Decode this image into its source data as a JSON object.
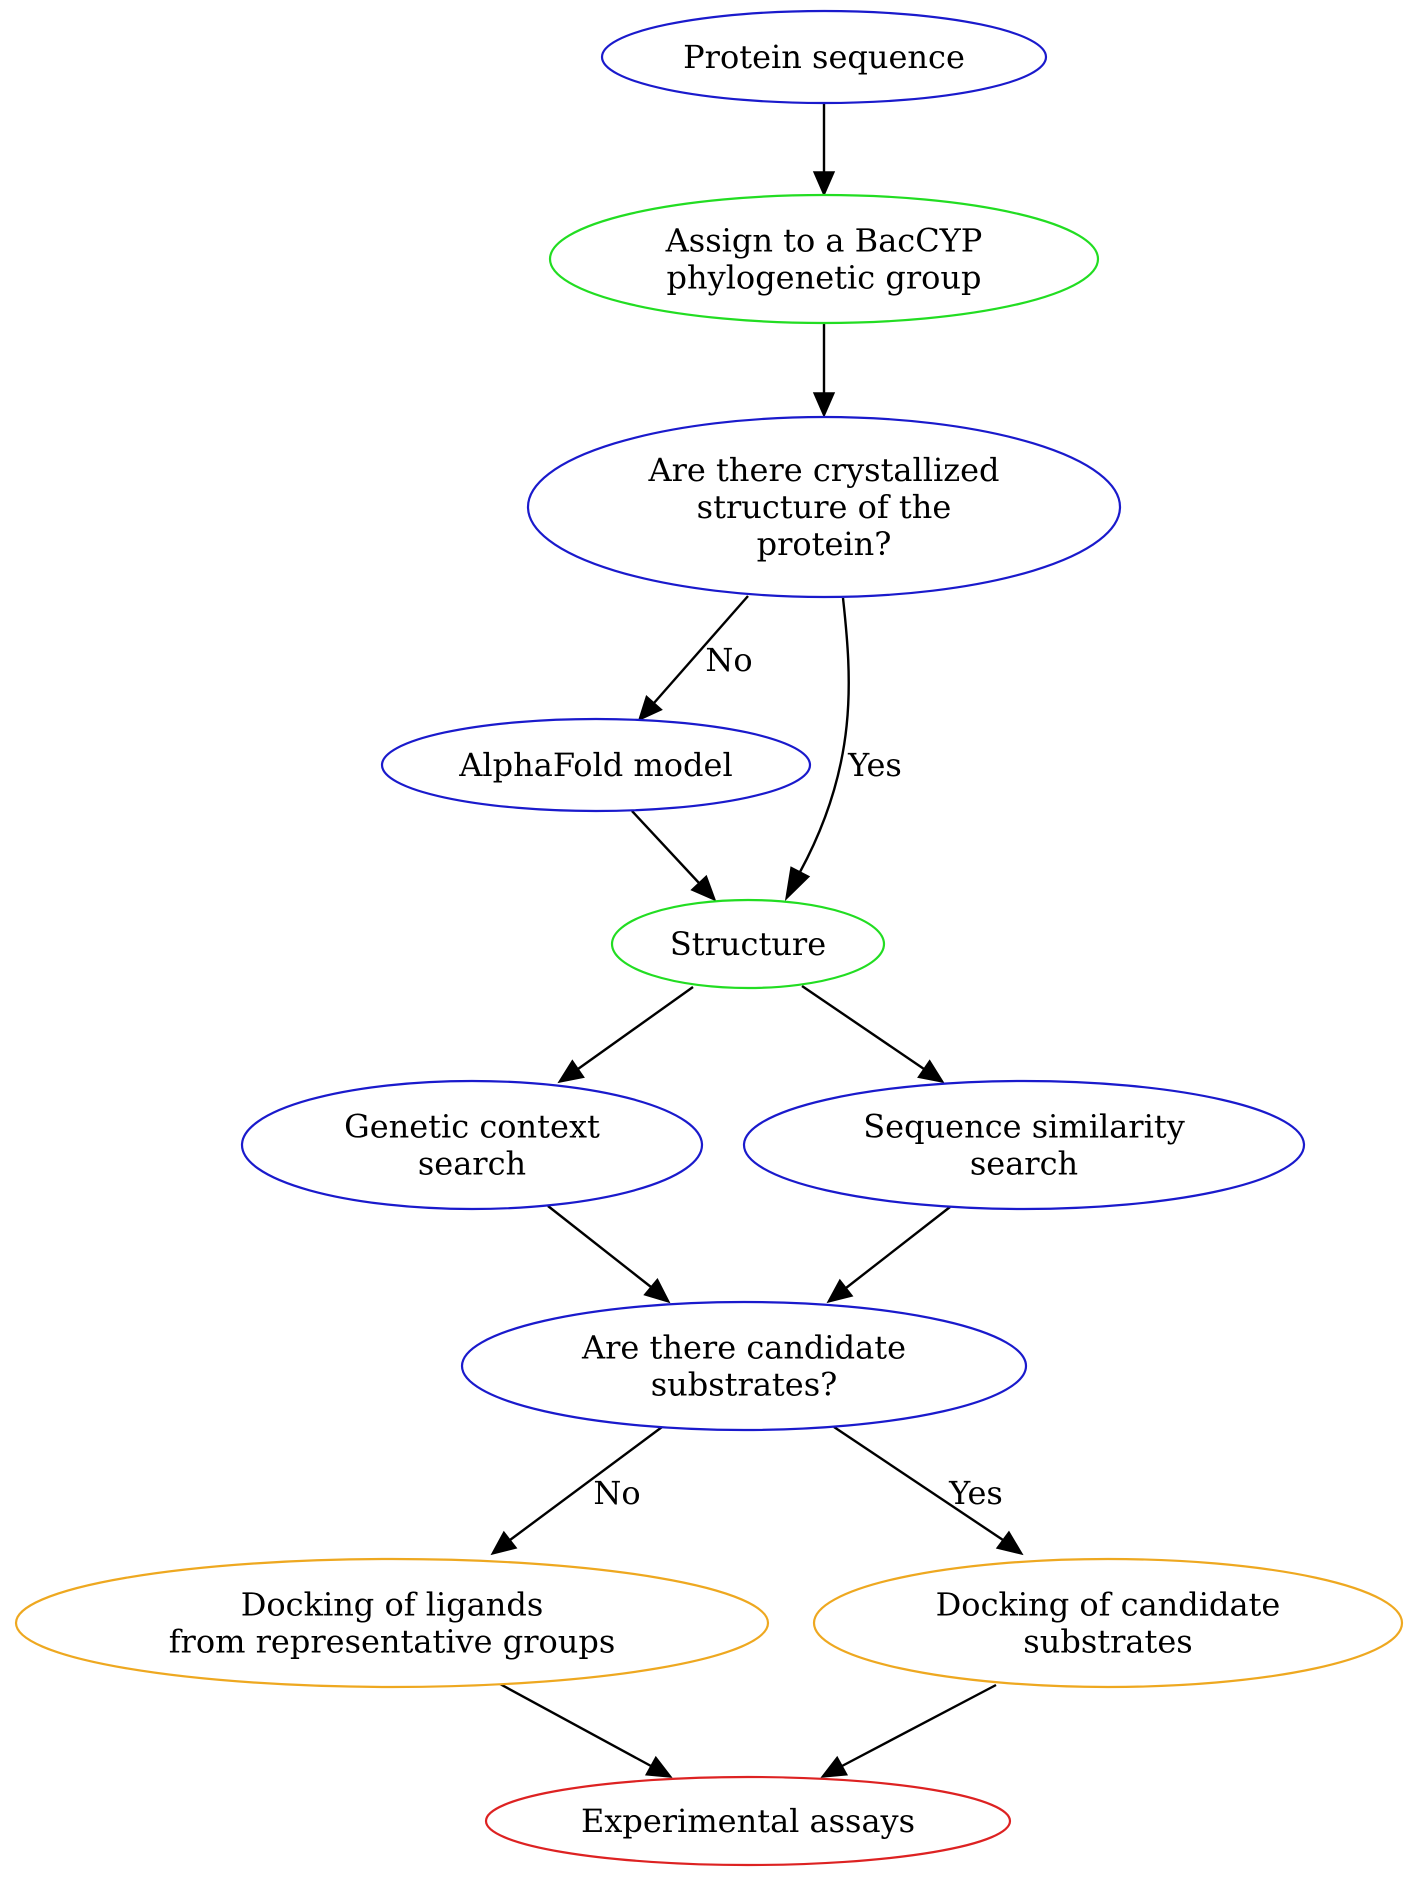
{
  "colors": {
    "blue": "#1a1acc",
    "green": "#22dd22",
    "orange": "#eea820",
    "red": "#dd2222",
    "edge": "#000000"
  },
  "nodes": {
    "protein_sequence": {
      "lines": [
        "Protein sequence"
      ],
      "color": "blue"
    },
    "assign_group": {
      "lines": [
        "Assign to a BacCYP",
        "phylogenetic group"
      ],
      "color": "green"
    },
    "crystal_question": {
      "lines": [
        "Are there crystallized",
        "structure of the",
        "protein?"
      ],
      "color": "blue"
    },
    "alphafold": {
      "lines": [
        "AlphaFold model"
      ],
      "color": "blue"
    },
    "structure": {
      "lines": [
        "Structure"
      ],
      "color": "green"
    },
    "genetic_context": {
      "lines": [
        "Genetic context",
        "search"
      ],
      "color": "blue"
    },
    "sequence_similarity": {
      "lines": [
        "Sequence similarity",
        "search"
      ],
      "color": "blue"
    },
    "candidate_question": {
      "lines": [
        "Are there candidate",
        "substrates?"
      ],
      "color": "blue"
    },
    "docking_ligands": {
      "lines": [
        "Docking of ligands",
        "from representative groups"
      ],
      "color": "orange"
    },
    "docking_candidates": {
      "lines": [
        "Docking of candidate",
        "substrates"
      ],
      "color": "orange"
    },
    "experimental": {
      "lines": [
        "Experimental assays"
      ],
      "color": "red"
    }
  },
  "edges": [
    {
      "from": "protein_sequence",
      "to": "assign_group",
      "label": ""
    },
    {
      "from": "assign_group",
      "to": "crystal_question",
      "label": ""
    },
    {
      "from": "crystal_question",
      "to": "alphafold",
      "label": "No"
    },
    {
      "from": "crystal_question",
      "to": "structure",
      "label": "Yes"
    },
    {
      "from": "alphafold",
      "to": "structure",
      "label": ""
    },
    {
      "from": "structure",
      "to": "genetic_context",
      "label": ""
    },
    {
      "from": "structure",
      "to": "sequence_similarity",
      "label": ""
    },
    {
      "from": "genetic_context",
      "to": "candidate_question",
      "label": ""
    },
    {
      "from": "sequence_similarity",
      "to": "candidate_question",
      "label": ""
    },
    {
      "from": "candidate_question",
      "to": "docking_ligands",
      "label": "No"
    },
    {
      "from": "candidate_question",
      "to": "docking_candidates",
      "label": "Yes"
    },
    {
      "from": "docking_ligands",
      "to": "experimental",
      "label": ""
    },
    {
      "from": "docking_candidates",
      "to": "experimental",
      "label": ""
    }
  ]
}
